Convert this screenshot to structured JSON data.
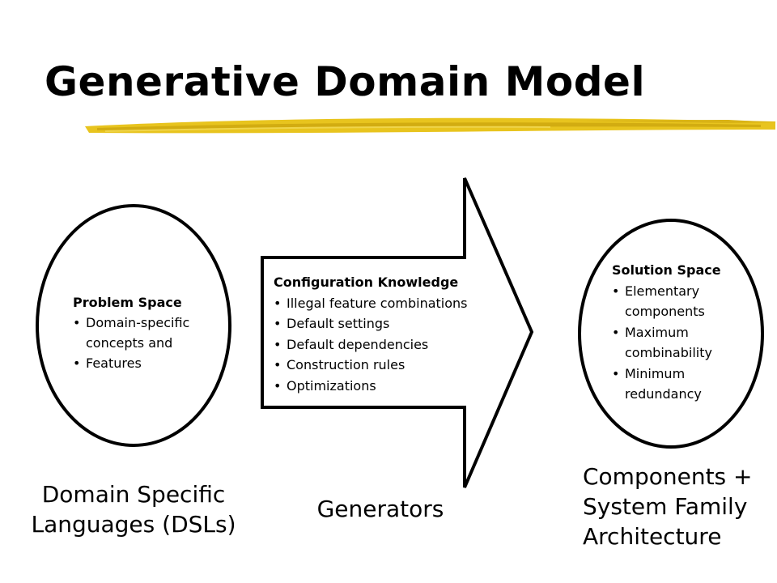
{
  "title": "Generative Domain Model",
  "problem_space": {
    "heading": "Problem Space",
    "items": [
      "Domain-specific concepts and",
      "Features"
    ]
  },
  "configuration_knowledge": {
    "heading": "Configuration Knowledge",
    "items": [
      "Illegal feature combinations",
      "Default settings",
      "Default dependencies",
      "Construction rules",
      "Optimizations"
    ]
  },
  "solution_space": {
    "heading": "Solution Space",
    "items": [
      "Elementary components",
      "Maximum combinability",
      "Minimum redundancy"
    ]
  },
  "captions": {
    "dsl": "Domain Specific Languages (DSLs)",
    "generators": "Generators",
    "components": "Components + System Family Architecture"
  },
  "colors": {
    "brush": "#e8c41e",
    "brush_dark": "#c9a20c"
  }
}
